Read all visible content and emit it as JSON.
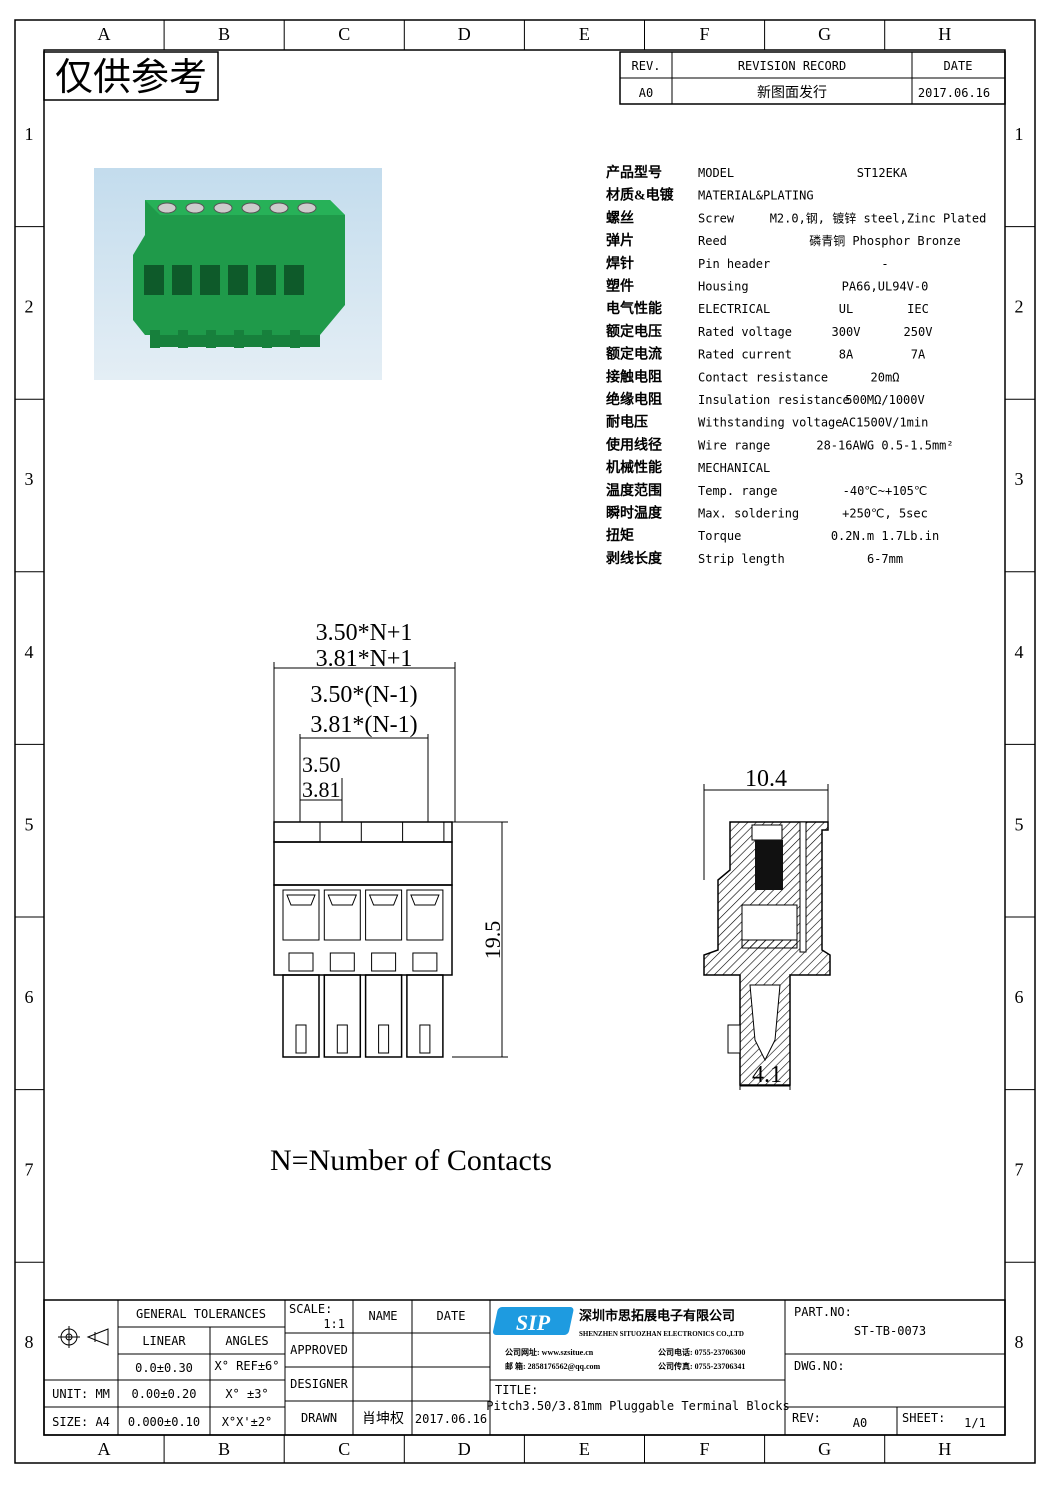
{
  "frame": {
    "cols": [
      "A",
      "B",
      "C",
      "D",
      "E",
      "F",
      "G",
      "H"
    ],
    "rows": [
      "1",
      "2",
      "3",
      "4",
      "5",
      "6",
      "7",
      "8"
    ]
  },
  "stamp": "仅供参考",
  "revision": {
    "rev_header": "REV.",
    "record_header": "REVISION RECORD",
    "date_header": "DATE",
    "rev": "A0",
    "record": "新图面发行",
    "date": "2017.06.16"
  },
  "specs": {
    "rows": [
      {
        "cn": "产品型号",
        "en": "MODEL",
        "v1": "ST12EKA",
        "v2": ""
      },
      {
        "cn": "材质&电镀",
        "en": "MATERIAL&PLATING",
        "v1": "",
        "v2": ""
      },
      {
        "cn": "螺丝",
        "en": "Screw",
        "v1": "M2.0,钢, 镀锌 steel,Zinc Plated",
        "v2": ""
      },
      {
        "cn": "弹片",
        "en": "Reed",
        "v1": "磷青铜 Phosphor Bronze",
        "v2": ""
      },
      {
        "cn": "焊针",
        "en": "Pin header",
        "v1": "-",
        "v2": ""
      },
      {
        "cn": "塑件",
        "en": "Housing",
        "v1": "PA66,UL94V-0",
        "v2": ""
      },
      {
        "cn": "电气性能",
        "en": "ELECTRICAL",
        "v1": "UL",
        "v2": "IEC"
      },
      {
        "cn": "额定电压",
        "en": "Rated voltage",
        "v1": "300V",
        "v2": "250V"
      },
      {
        "cn": "额定电流",
        "en": "Rated current",
        "v1": "8A",
        "v2": "7A"
      },
      {
        "cn": "接触电阻",
        "en": "Contact resistance",
        "v1": "20mΩ",
        "v2": ""
      },
      {
        "cn": "绝缘电阻",
        "en": "Insulation resistance",
        "v1": "500MΩ/1000V",
        "v2": ""
      },
      {
        "cn": "耐电压",
        "en": "Withstanding voltage",
        "v1": "AC1500V/1min",
        "v2": ""
      },
      {
        "cn": "使用线径",
        "en": "Wire range",
        "v1": "28-16AWG 0.5-1.5mm²",
        "v2": ""
      },
      {
        "cn": "机械性能",
        "en": "MECHANICAL",
        "v1": "",
        "v2": ""
      },
      {
        "cn": "温度范围",
        "en": "Temp. range",
        "v1": "-40℃~+105℃",
        "v2": ""
      },
      {
        "cn": "瞬时温度",
        "en": "Max. soldering",
        "v1": "+250℃, 5sec",
        "v2": ""
      },
      {
        "cn": "扭矩",
        "en": "Torque",
        "v1": "0.2N.m  1.7Lb.in",
        "v2": ""
      },
      {
        "cn": "剥线长度",
        "en": "Strip length",
        "v1": "6-7mm",
        "v2": ""
      }
    ]
  },
  "front_view": {
    "dim_total_350": "3.50*N+1",
    "dim_total_381": "3.81*N+1",
    "dim_inner_350": "3.50*(N-1)",
    "dim_inner_381": "3.81*(N-1)",
    "pitch_350": "3.50",
    "pitch_381": "3.81",
    "height": "19.5"
  },
  "side_view": {
    "width": "10.4",
    "pin_width": "4.1"
  },
  "note": "N=Number of Contacts",
  "title_block": {
    "general_tolerances": "GENERAL TOLERANCES",
    "linear": "LINEAR",
    "angles": "ANGLES",
    "lin1": "0.0±0.30",
    "ang1": "X° REF±6°",
    "unit": "UNIT: MM",
    "lin2": "0.00±0.20",
    "ang2": "X° ±3°",
    "size": "SIZE: A4",
    "lin3": "0.000±0.10",
    "ang3": "X°X'±2°",
    "scale_label": "SCALE:",
    "scale": "1:1",
    "name": "NAME",
    "date": "DATE",
    "approved": "APPROVED",
    "designer": "DESIGNER",
    "drawn": "DRAWN",
    "drawn_name": "肖坤权",
    "drawn_date": "2017.06.16",
    "logo": "SIP",
    "company_cn": "深圳市思拓展电子有限公司",
    "company_en": "SHENZHEN SITUOZHAN ELECTRONICS CO.,LTD",
    "web": "公司网址: www.szsitue.cn",
    "email": "邮    箱: 2858176562@qq.com",
    "phone": "公司电话: 0755-23706300",
    "fax": "公司传真: 0755-23706341",
    "title_label": "TITLE:",
    "title": "Pitch3.50/3.81mm Pluggable Terminal Blocks",
    "part_no_label": "PART.NO:",
    "part_no": "ST-TB-0073",
    "dwg_no_label": "DWG.NO:",
    "rev_label": "REV:",
    "rev": "A0",
    "sheet_label": "SHEET:",
    "sheet": "1/1"
  },
  "colors": {
    "logo": "#1e9be0",
    "photo_bg": "#cfe3ef",
    "connector": "#1f9a4a"
  }
}
